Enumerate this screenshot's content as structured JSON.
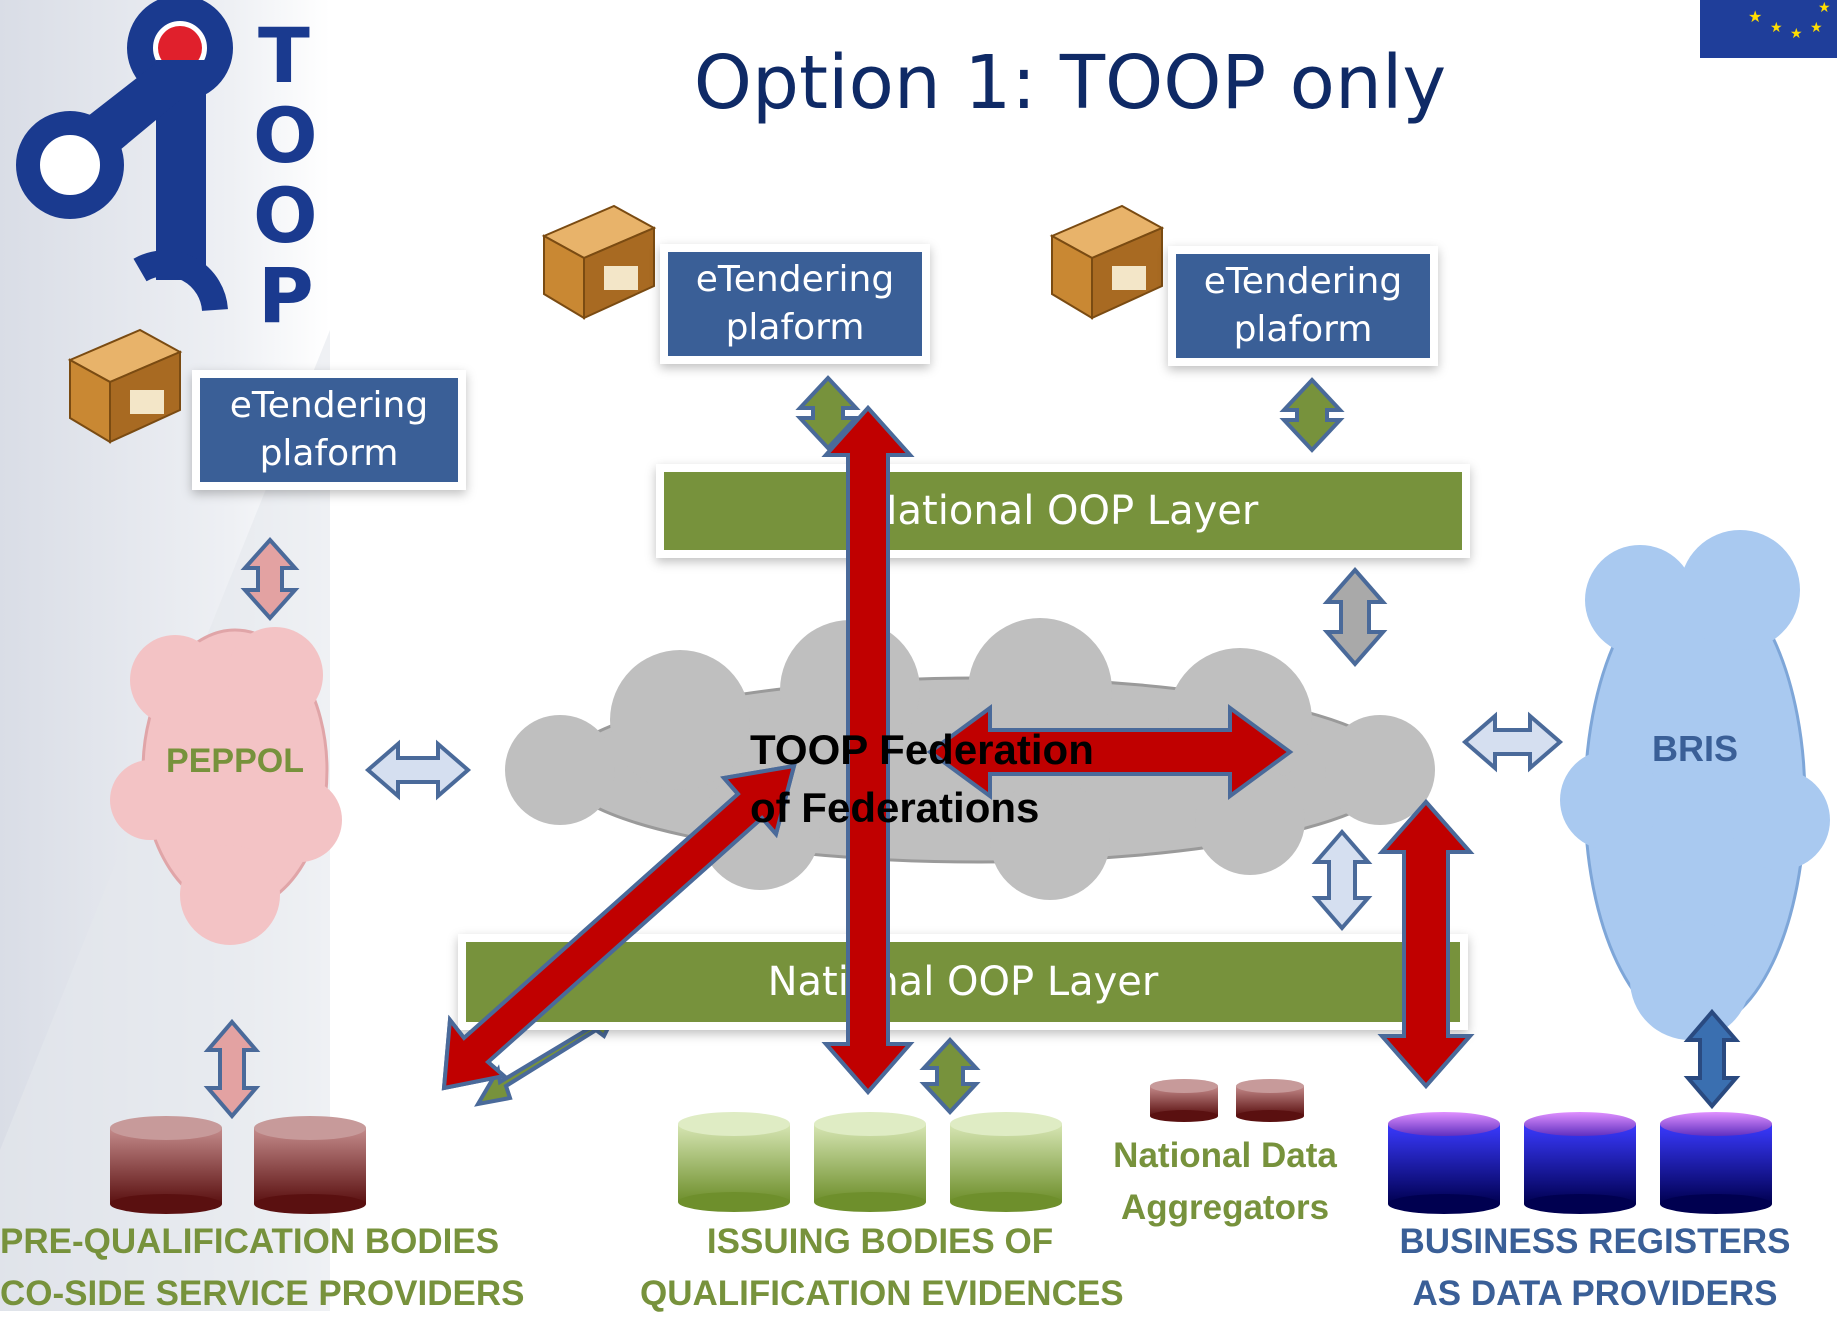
{
  "title": "Option 1: TOOP only",
  "logo": {
    "letters": [
      "T",
      "O",
      "O",
      "P"
    ]
  },
  "platforms": [
    {
      "label": "eTendering plaform"
    },
    {
      "label": "eTendering plaform"
    },
    {
      "label": "eTendering plaform"
    }
  ],
  "layers": {
    "top": "National OOP Layer",
    "bottom": "National OOP Layer"
  },
  "clouds": {
    "peppol": "PEPPOL",
    "toop_line1": "TOOP Federation",
    "toop_line2": "of Federations",
    "bris": "BRIS"
  },
  "groups": {
    "prequal_line1": "PRE-QUALIFICATION BODIES",
    "prequal_line2": "CO-SIDE SERVICE PROVIDERS",
    "issuing_line1": "ISSUING BODIES OF",
    "issuing_line2": "QUALIFICATION EVIDENCES",
    "aggregators_line1": "National Data",
    "aggregators_line2": "Aggregators",
    "registers_line1": "BUSINESS REGISTERS",
    "registers_line2": "AS DATA PROVIDERS"
  },
  "colors": {
    "title": "#0f2a66",
    "platform_box": "#3a5f97",
    "oop_layer": "#77923c",
    "peppol_cloud": "#f3c3c5",
    "toop_cloud": "#bfbfbf",
    "bris_cloud": "#a9c9f0",
    "toop_flow_arrow": "#c00000",
    "maroon_db": "#7d2a2a",
    "green_db": "#9bbb59",
    "blue_db": "#1b1bd0",
    "group_label_text": "#77923c",
    "registers_label_text": "#3a5f97"
  }
}
